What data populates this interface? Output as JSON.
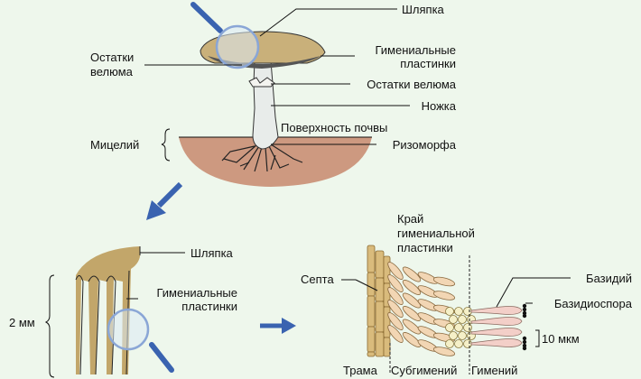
{
  "colors": {
    "background": "#eef7ec",
    "cap": "#c9b07a",
    "soil": "#c98e74",
    "arrow": "#3a63b0",
    "hypha": "#f2d6b4",
    "basidium": "#f3cfc8",
    "subhymenium_cell": "#f5f0c8",
    "trama": "#d9bb7c"
  },
  "panel1": {
    "labels": {
      "cap": "Шляпка",
      "gills_line1": "Гимениальные",
      "gills_line2": "пластинки",
      "veil_remnants_left_line1": "Остатки",
      "veil_remnants_left_line2": "велюма",
      "veil_remnants_right": "Остатки велюма",
      "stem": "Ножка",
      "soil_surface": "Поверхность почвы",
      "rhizomorph": "Ризоморфа",
      "mycelium": "Мицелий"
    }
  },
  "panel2": {
    "labels": {
      "cap": "Шляпка",
      "gills_line1": "Гимениальные",
      "gills_line2": "пластинки",
      "scale": "2 мм"
    }
  },
  "panel3": {
    "labels": {
      "gill_edge_line1": "Край",
      "gill_edge_line2": "гимениальной",
      "gill_edge_line3": "пластинки",
      "septum": "Септа",
      "basidium": "Базидий",
      "basidiospore": "Базидиоспора",
      "scale": "10 мкм",
      "trama": "Трама",
      "subhymenium": "Субгимений",
      "hymenium": "Гимений"
    }
  }
}
